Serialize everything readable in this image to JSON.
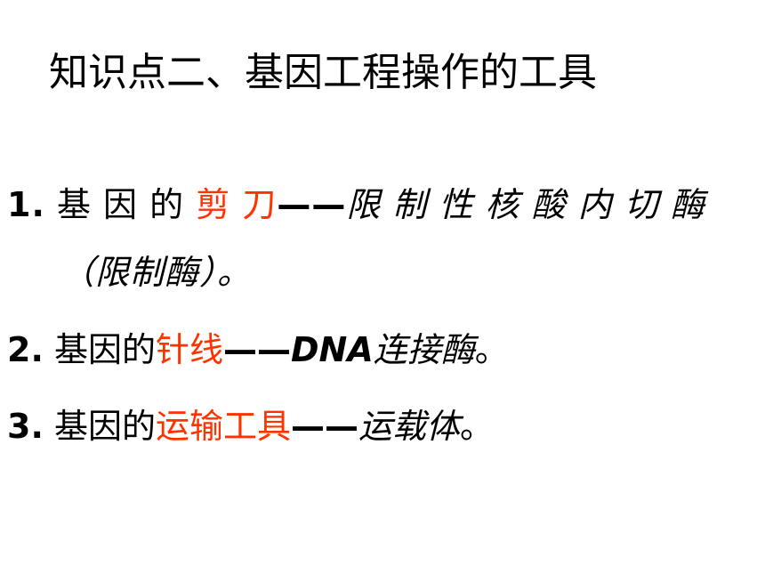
{
  "title": "知识点二、基因工程操作的工具",
  "items": [
    {
      "number": "1.",
      "prefix": " 基 因 的 ",
      "highlight": "剪 刀",
      "dash": "——",
      "definition": "限 制 性 核 酸 内 切 酶",
      "continuation": "（限制酶）。"
    },
    {
      "number": "2.",
      "prefix": " 基因的",
      "highlight": "针线",
      "dash": "——",
      "definition_bold": "DNA",
      "definition": "连接酶",
      "end": "。"
    },
    {
      "number": "3.",
      "prefix": " 基因的",
      "highlight": "运输工具",
      "dash": "——",
      "definition": "运载体",
      "end": "。"
    }
  ],
  "colors": {
    "highlight": "#ff3300",
    "text": "#000000",
    "background": "#ffffff"
  }
}
